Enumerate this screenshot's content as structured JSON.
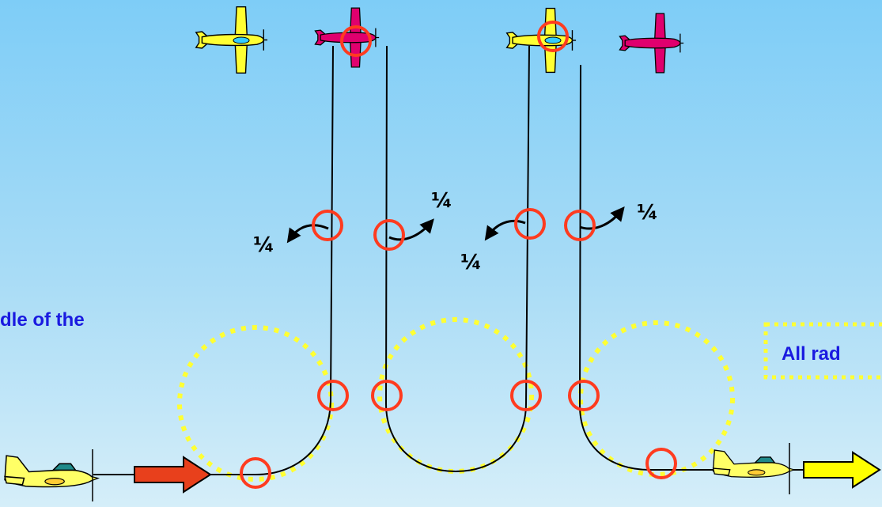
{
  "left_note": "dle of the",
  "right_note": "All rad",
  "quarter_labels": [
    "¼",
    "¼",
    "¼",
    "¼"
  ],
  "colors": {
    "yellow_plane": "#ffff33",
    "magenta_plane": "#e0006e",
    "marker_circle": "#ff3b1f",
    "dotted_circle": "#ffff33",
    "entry_arrow": "#e8401c",
    "exit_arrow": "#ffff00",
    "text": "#1a1ae0"
  }
}
